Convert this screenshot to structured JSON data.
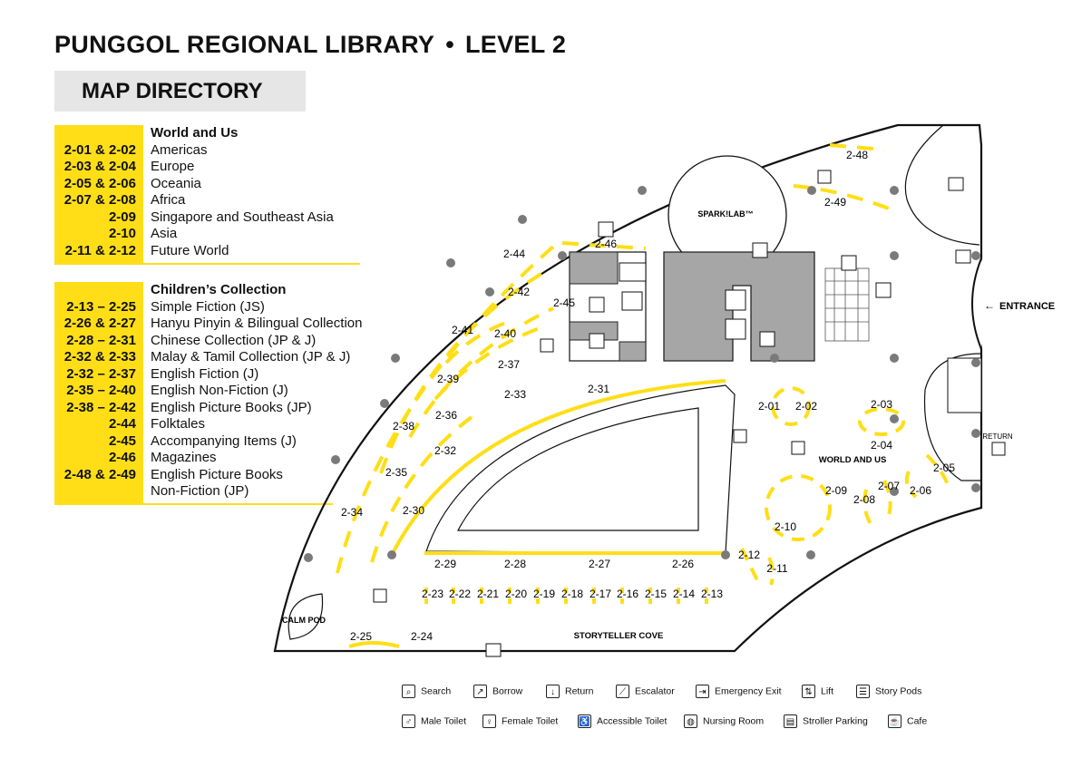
{
  "header": {
    "title_main": "PUNGGOL REGIONAL LIBRARY",
    "bullet": "•",
    "title_level": "LEVEL 2",
    "directory_label": "MAP DIRECTORY"
  },
  "world_and_us": {
    "heading": "World and Us",
    "rows": [
      {
        "code": "2-01 & 2-02",
        "label": "Americas"
      },
      {
        "code": "2-03 & 2-04",
        "label": "Europe"
      },
      {
        "code": "2-05 & 2-06",
        "label": "Oceania"
      },
      {
        "code": "2-07 & 2-08",
        "label": "Africa"
      },
      {
        "code": "2-09",
        "label": "Singapore and Southeast Asia"
      },
      {
        "code": "2-10",
        "label": "Asia"
      },
      {
        "code": "2-11 & 2-12",
        "label": "Future World"
      }
    ]
  },
  "childrens_collection": {
    "heading": "Children’s Collection",
    "rows": [
      {
        "code": "2-13 – 2-25",
        "label": "Simple Fiction (JS)"
      },
      {
        "code": "2-26 & 2-27",
        "label": "Hanyu Pinyin & Bilingual Collection"
      },
      {
        "code": "2-28 – 2-31",
        "label": "Chinese Collection (JP & J)"
      },
      {
        "code": "2-32 & 2-33",
        "label": "Malay & Tamil Collection (JP & J)"
      },
      {
        "code": "2-32 – 2-37",
        "label": "English Fiction (J)"
      },
      {
        "code": "2-35 – 2-40",
        "label": "English Non-Fiction (J)"
      },
      {
        "code": "2-38 – 2-42",
        "label": "English Picture Books (JP)"
      },
      {
        "code": "2-44",
        "label": "Folktales"
      },
      {
        "code": "2-45",
        "label": "Accompanying Items (J)"
      },
      {
        "code": "2-46",
        "label": "Magazines"
      },
      {
        "code": "2-48 & 2-49",
        "label": "English Picture Books"
      },
      {
        "code": "",
        "label": "Non-Fiction (JP)"
      }
    ]
  },
  "map_labels": {
    "sparklab": "SPARK!LAB™",
    "entrance": "ENTRANCE",
    "return": "RETURN",
    "world_and_us": "WORLD AND US",
    "storyteller_cove": "STORYTELLER COVE",
    "calm_pod": "CALM POD"
  },
  "shelf_labels": {
    "s2_48": "2-48",
    "s2_49": "2-49",
    "s2_46": "2-46",
    "s2_44": "2-44",
    "s2_42": "2-42",
    "s2_45": "2-45",
    "s2_41": "2-41",
    "s2_40": "2-40",
    "s2_39": "2-39",
    "s2_37": "2-37",
    "s2_33": "2-33",
    "s2_31": "2-31",
    "s2_38": "2-38",
    "s2_36": "2-36",
    "s2_32": "2-32",
    "s2_35": "2-35",
    "s2_34": "2-34",
    "s2_30": "2-30",
    "s2_29": "2-29",
    "s2_28": "2-28",
    "s2_27": "2-27",
    "s2_26": "2-26",
    "s2_25": "2-25",
    "s2_24": "2-24",
    "s2_23": "2-23",
    "s2_22": "2-22",
    "s2_21": "2-21",
    "s2_20": "2-20",
    "s2_19": "2-19",
    "s2_18": "2-18",
    "s2_17": "2-17",
    "s2_16": "2-16",
    "s2_15": "2-15",
    "s2_14": "2-14",
    "s2_13": "2-13",
    "s2_12": "2-12",
    "s2_11": "2-11",
    "s2_10": "2-10",
    "s2_09": "2-09",
    "s2_08": "2-08",
    "s2_07": "2-07",
    "s2_06": "2-06",
    "s2_05": "2-05",
    "s2_04": "2-04",
    "s2_03": "2-03",
    "s2_02": "2-02",
    "s2_01": "2-01"
  },
  "icon_legend": [
    {
      "icon": "search-icon",
      "label": "Search"
    },
    {
      "icon": "borrow-icon",
      "label": "Borrow"
    },
    {
      "icon": "return-icon",
      "label": "Return"
    },
    {
      "icon": "escalator-icon",
      "label": "Escalator"
    },
    {
      "icon": "emergency-exit-icon",
      "label": "Emergency Exit"
    },
    {
      "icon": "lift-icon",
      "label": "Lift"
    },
    {
      "icon": "story-pods-icon",
      "label": "Story Pods"
    },
    {
      "icon": "male-toilet-icon",
      "label": "Male Toilet"
    },
    {
      "icon": "female-toilet-icon",
      "label": "Female Toilet"
    },
    {
      "icon": "accessible-toilet-icon",
      "label": "Accessible Toilet"
    },
    {
      "icon": "nursing-room-icon",
      "label": "Nursing Room"
    },
    {
      "icon": "stroller-parking-icon",
      "label": "Stroller Parking"
    },
    {
      "icon": "cafe-icon",
      "label": "Cafe"
    }
  ],
  "colors": {
    "accent": "#ffde17",
    "room_gray": "#a6a6a6",
    "panel_gray": "#e6e6e6"
  }
}
